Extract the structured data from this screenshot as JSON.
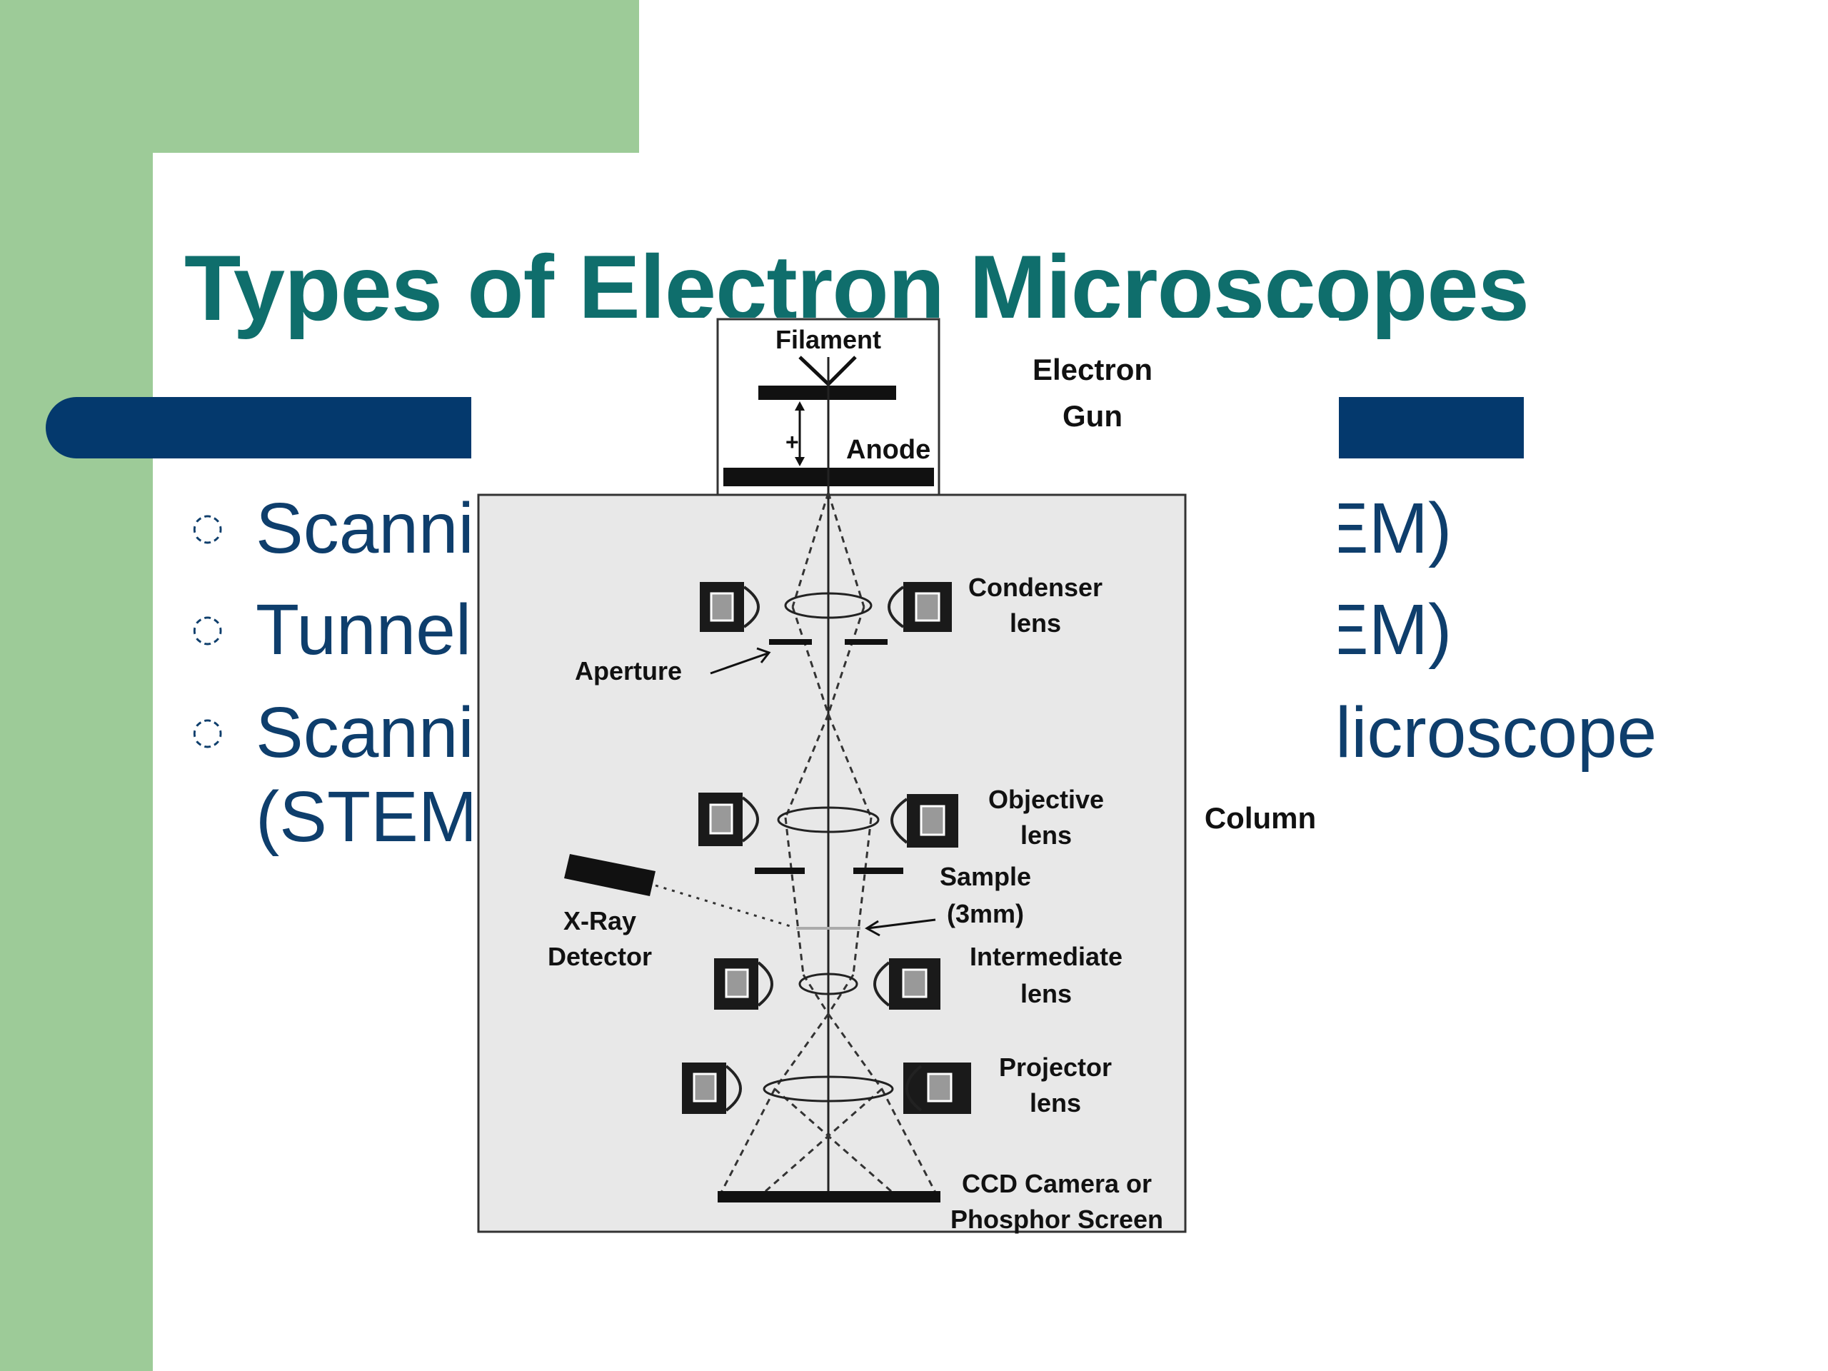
{
  "slide": {
    "title": "Types of Electron Microscopes",
    "bullets": [
      {
        "left": "Scanni",
        "right": "EM)"
      },
      {
        "left": "Tunnel",
        "right": "EM)"
      },
      {
        "left": "Scanni",
        "right": "licroscope",
        "line2": "(STEM"
      }
    ],
    "colors": {
      "green": "#9dcb98",
      "navy": "#04396d",
      "title": "#0f6e6c",
      "text": "#0e3e6c"
    }
  },
  "diagram": {
    "filament": "Filament",
    "anode": "Anode",
    "electron_gun_line1": "Electron",
    "electron_gun_line2": "Gun",
    "condenser_line1": "Condenser",
    "condenser_line2": "lens",
    "aperture": "Aperture",
    "objective_line1": "Objective",
    "objective_line2": "lens",
    "column": "Column",
    "sample_line1": "Sample",
    "sample_line2": "(3mm)",
    "xray_line1": "X-Ray",
    "xray_line2": "Detector",
    "intermediate_line1": "Intermediate",
    "intermediate_line2": "lens",
    "projector_line1": "Projector",
    "projector_line2": "lens",
    "ccd_line1": "CCD Camera or",
    "ccd_line2": "Phosphor Screen",
    "plus_sign": "+"
  }
}
